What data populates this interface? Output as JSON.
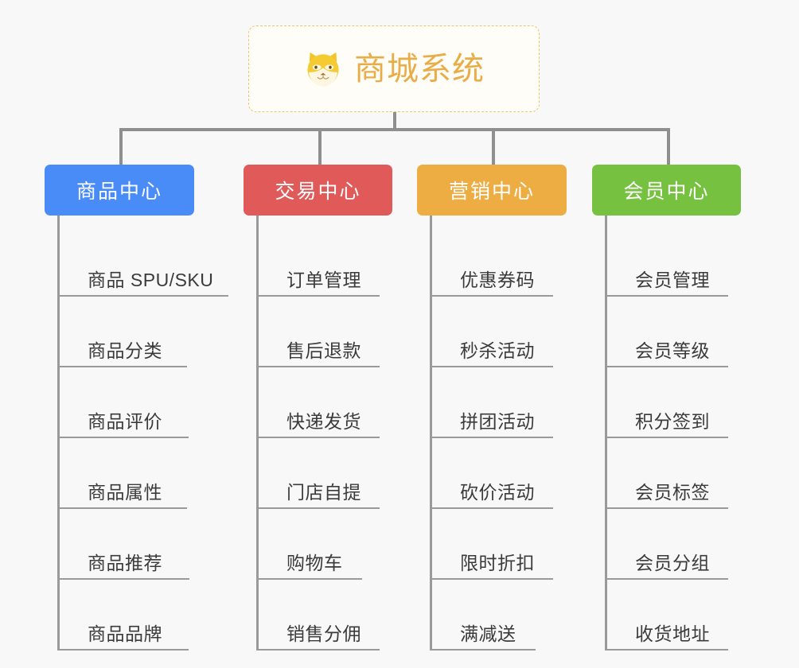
{
  "root": {
    "title": "商城系统",
    "icon": "shiba-dog-icon",
    "title_color": "#e8ad47",
    "border_color": "#efc36a",
    "background": "#fffdf8"
  },
  "canvas": {
    "background": "#f8f8f8",
    "connector_color": "#8f8f8f"
  },
  "columns": [
    {
      "header": "商品中心",
      "color": "#4a8cf7",
      "items": [
        "商品 SPU/SKU",
        "商品分类",
        "商品评价",
        "商品属性",
        "商品推荐",
        "商品品牌"
      ],
      "rule_widths": [
        212,
        160,
        162,
        160,
        163,
        162
      ]
    },
    {
      "header": "交易中心",
      "color": "#e15a5a",
      "items": [
        "订单管理",
        "售后退款",
        "快递发货",
        "门店自提",
        "购物车",
        "销售分佣"
      ],
      "rule_widths": [
        152,
        152,
        152,
        152,
        130,
        152
      ]
    },
    {
      "header": "营销中心",
      "color": "#eead43",
      "items": [
        "优惠券码",
        "秒杀活动",
        "拼团活动",
        "砍价活动",
        "限时折扣",
        "满减送"
      ],
      "rule_widths": [
        152,
        152,
        152,
        152,
        152,
        130
      ]
    },
    {
      "header": "会员中心",
      "color": "#76c140",
      "items": [
        "会员管理",
        "会员等级",
        "积分签到",
        "会员标签",
        "会员分组",
        "收货地址"
      ],
      "rule_widths": [
        152,
        152,
        152,
        152,
        152,
        152
      ]
    }
  ]
}
